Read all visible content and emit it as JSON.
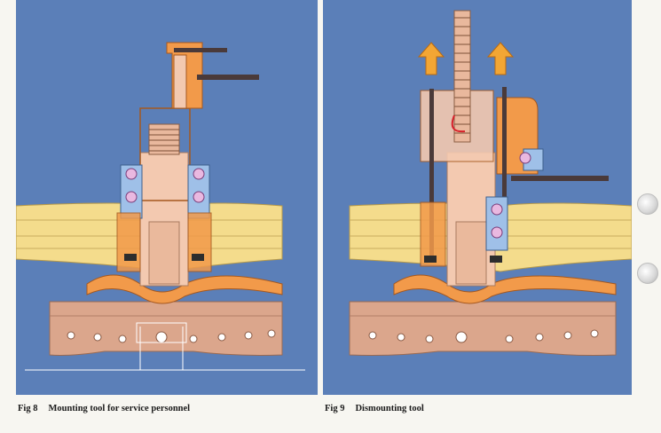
{
  "figures": [
    {
      "number": "Fig 8",
      "caption": "Mounting tool for service personnel"
    },
    {
      "number": "Fig 9",
      "caption": "Dismounting tool"
    }
  ],
  "colors": {
    "background_blue": "#5b7fb8",
    "housing_yellow": "#f4dc8c",
    "tool_orange": "#f29a4a",
    "shaft_peach": "#f3c9b0",
    "base_rose": "#dba68c",
    "arrow_orange": "#f3a634",
    "rod_dark": "#4a3a3a"
  },
  "icons": [
    "up-arrow-icon",
    "binder-hole-icon"
  ]
}
